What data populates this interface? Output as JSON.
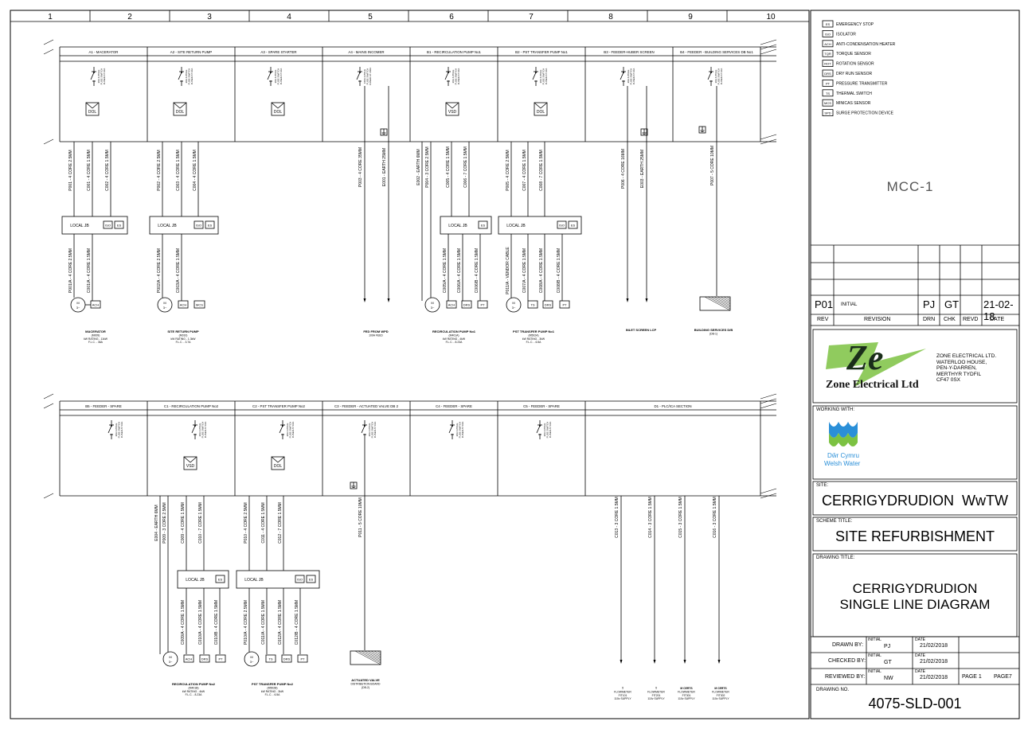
{
  "grid_numbers": [
    "1",
    "2",
    "3",
    "4",
    "5",
    "6",
    "7",
    "8",
    "9",
    "10"
  ],
  "legend": [
    {
      "code": "ES",
      "text": "EMERGENCY STOP"
    },
    {
      "code": "ISO",
      "text": "ISOLATOR"
    },
    {
      "code": "ACH",
      "text": "ANTI-CONDENSATION HEATER"
    },
    {
      "code": "TQR",
      "text": "TORQUE SENSOR"
    },
    {
      "code": "ROT",
      "text": "ROTATION SENSOR"
    },
    {
      "code": "DRS",
      "text": "DRY RUN SENSOR"
    },
    {
      "code": "PT",
      "text": "PRESSURE TRANSMITTER"
    },
    {
      "code": "TS",
      "text": "THERMAL SWITCH"
    },
    {
      "code": "MCS",
      "text": "MINICAS SENSOR"
    },
    {
      "code": "SPD",
      "text": "SURGE PROTECTION DEVICE"
    }
  ],
  "panel_name": "MCC-1",
  "revision": {
    "rev": "P01",
    "text": "INITIAL",
    "drn": "PJ",
    "chk": "GT",
    "revd": "",
    "date": "21-02-18"
  },
  "revision_headers": {
    "rev": "REV",
    "revision": "REVISION",
    "drn": "DRN",
    "chk": "CHK",
    "revd": "REVD",
    "date": "DATE"
  },
  "company": {
    "logo_text": "Ze",
    "logo_sub": "Zone Electrical Ltd",
    "address": [
      "ZONE ELECTRICAL LTD.",
      "WATERLOO HOUSE,",
      "PEN-Y-DARREN,",
      "MERTHYR TYDFIL",
      "CF47 0SX"
    ]
  },
  "working_with": {
    "label": "WORKING WITH:",
    "name1": "Dŵr Cymru",
    "name2": "Welsh Water"
  },
  "site": {
    "label": "SITE:",
    "value": "CERRIGYDRUDION  WwTW"
  },
  "scheme": {
    "label": "SCHEME TITLE:",
    "value": "SITE REFURBISHMENT"
  },
  "drawing_title": {
    "label": "DRAWING TITLE:",
    "line1": "CERRIGYDRUDION",
    "line2": "SINGLE LINE DIAGRAM"
  },
  "signoff": [
    {
      "role": "DRAWN BY:",
      "initial_label": "INITIAL",
      "initial": "PJ",
      "date_label": "DATE",
      "date": "21/02/2018"
    },
    {
      "role": "CHECKED BY:",
      "initial_label": "INITIAL",
      "initial": "GT",
      "date_label": "DATE",
      "date": "21/02/2018"
    },
    {
      "role": "REVIEWED BY:",
      "initial_label": "INITIAL",
      "initial": "NW",
      "date_label": "DATE",
      "date": "21/02/2018"
    }
  ],
  "page_info": {
    "page": "PAGE 1",
    "of": "PAGE7"
  },
  "drawing_no": {
    "label": "DRAWING NO.",
    "value": "4075-SLD-001"
  },
  "diagram": {
    "row1_headers": [
      "A1 - MACERATOR",
      "A2 - SITE RETURN PUMP",
      "A3 - SPARE STARTER",
      "A4 - MAINS INCOMER",
      "B1 - RECIRCULATION PUMP No1",
      "B2 - PST TRANSFER PUMP No1",
      "B3 - FEEDER-HUBER SCREEN",
      "B4 - FEEDER - BUILDING SERVICES DB No1"
    ],
    "row2_headers": [
      "B5 - FEEDER - SPARE",
      "C1 - RECIRCULATION PUMP No2",
      "C2 - PST TRANSFER PUMP No2",
      "C3 - FEEDER - ACTUATED VALVE DB 2",
      "C4 - FEEDER - SPARE",
      "C5 - FEEDER - SPARE",
      "D1 - PLC/ICA SECTION"
    ],
    "breaker_text": [
      "20A 4-POLE",
      "FUSE SWITCH",
      "FUSED AT 10A"
    ],
    "incomer_breaker_text": [
      "160A 4-POLE",
      "FUSE SWITCH",
      "FUSED AT 160A"
    ],
    "starters": {
      "dol": "DOL",
      "vsd": "VSD"
    },
    "local_jb": "LOCAL JB",
    "tags": {
      "iso": "ISO",
      "es": "ES",
      "ach": "ACH",
      "mcs": "MCS",
      "drs": "DRS",
      "pt": "PT",
      "ts": "TS"
    },
    "cables_row1": {
      "a1": [
        "P001 - 4 CORE 2.5MM",
        "C001 - 4 CORE 1.5MM",
        "C002 - 4 CORE 1.5MM"
      ],
      "a1b": [
        "P001/A - 4 CORE 2.5MM",
        "C001/A - 4 CORE 1.5MM"
      ],
      "a2": [
        "P002 - 4 CORE 2.5MM",
        "C003 - 4 CORE 1.5MM",
        "C004 - 4 CORE 1.5MM"
      ],
      "a2b": [
        "P002/A - 4 CORE 2.5MM",
        "C003/A - 4 CORE 1.5MM"
      ],
      "a4": [
        "P003 - 4 CORE 35MM",
        "E001 - EARTH 25MM"
      ],
      "b1": [
        "E002 - EARTH 6MM",
        "P004 - 3 CORE 2.5MM",
        "C005 - 4 CORE 1.5MM",
        "C006 - 7 CORE 1.5MM"
      ],
      "b1b": [
        "C005/A - 4 CORE 1.5MM",
        "C006/A - 4 CORE 1.5MM",
        "C006/B - 4 CORE 1.5MM"
      ],
      "b2": [
        "P005 - 4 CORE 2.5MM",
        "C007 - 4 CORE 1.5MM",
        "C008 - 7 CORE 1.5MM"
      ],
      "b2b": [
        "P011/A - VENDOR CABLE",
        "C007/A - 4 CORE 1.5MM",
        "C008/A - 4 CORE 1.5MM",
        "C008/B - 4 CORE 1.5MM"
      ],
      "b3": [
        "P006 - 4 CORE 16MM",
        "E003 - EARTH 25MM"
      ],
      "b4": [
        "P007 - 5 CORE 10MM"
      ]
    },
    "loads_row1": {
      "a1": [
        "MACERATOR",
        "(M009)",
        "kW RATING - 11kW",
        "F.L.C. - 36A"
      ],
      "a2": [
        "SITE RETURN PUMP",
        "(M010)",
        "kW RATING - 1.3kW",
        "F.L.C. - 3.7A"
      ],
      "a4": [
        "FED FROM WPD",
        "100A FEED"
      ],
      "b1": [
        "RECIRCULATION PUMP No1",
        "(M401A)",
        "kW RATING - 4kW",
        "F.L.C. - 8.23A"
      ],
      "b2": [
        "PST TRANSFER PUMP No1",
        "(M502A)",
        "kW RATING - 3kW",
        "F.L.C. - 6.5A"
      ],
      "b3": [
        "INLET SCREEN LCP"
      ],
      "b4": [
        "BUILDING SERVICES D/B",
        "(DB-1)"
      ]
    },
    "cables_row2": {
      "c1": [
        "E004 - EARTH 6MM",
        "P009 - 3 CORE 2.5MM",
        "C009 - 4 CORE 1.5MM",
        "C010 - 7 CORE 1.5MM"
      ],
      "c1b": [
        "C009/A - 4 CORE 1.5MM",
        "C010/A - 4 CORE 1.5MM",
        "C010/B - 4 CORE 1.5MM"
      ],
      "c2": [
        "P010 - 4 CORE 2.5MM",
        "C011 - 4 CORE 1.5MM",
        "C012 - 7 CORE 1.5MM"
      ],
      "c2b": [
        "P010/A - 4 CORE 2.5MM",
        "C011/A - 4 CORE 1.5MM",
        "C012/A - 4 CORE 1.5MM",
        "C012/B - 4 CORE 1.5MM"
      ],
      "c3": [
        "P011 - 5 CORE 10MM"
      ],
      "d1": [
        "C013 - 3 CORE 1.5MM",
        "C014 - 3 CORE 1.5MM",
        "C015 - 3 CORE 1.5MM",
        "C016 - 3 CORE 1.5MM"
      ]
    },
    "loads_row2": {
      "c1": [
        "RECIRCULATION PUMP No2",
        "(M401B)",
        "kW RATING - 4kW",
        "F.L.C. - 8.23A"
      ],
      "c2": [
        "PST TRANSFER PUMP No2",
        "(M502B)",
        "kW RATING - 3kW",
        "F.L.C. - 6.5A"
      ],
      "c3": [
        "ACTUATED VALVE",
        "DISTRIBUTION BOARD",
        "(DB-2)"
      ],
      "d1a": [
        "T",
        "FLOWMETER",
        "FIT101",
        "110v SUPPLY"
      ],
      "d1b": [
        "T",
        "FLOWMETER",
        "FIT201",
        "110v SUPPLY"
      ],
      "d1c": [
        "M CERTS",
        "FLOWMETER",
        "FIT301",
        "110v SUPPLY"
      ],
      "d1d": [
        "M CERTS",
        "FLOWMETER",
        "FIT302",
        "110v SUPPLY"
      ]
    }
  }
}
